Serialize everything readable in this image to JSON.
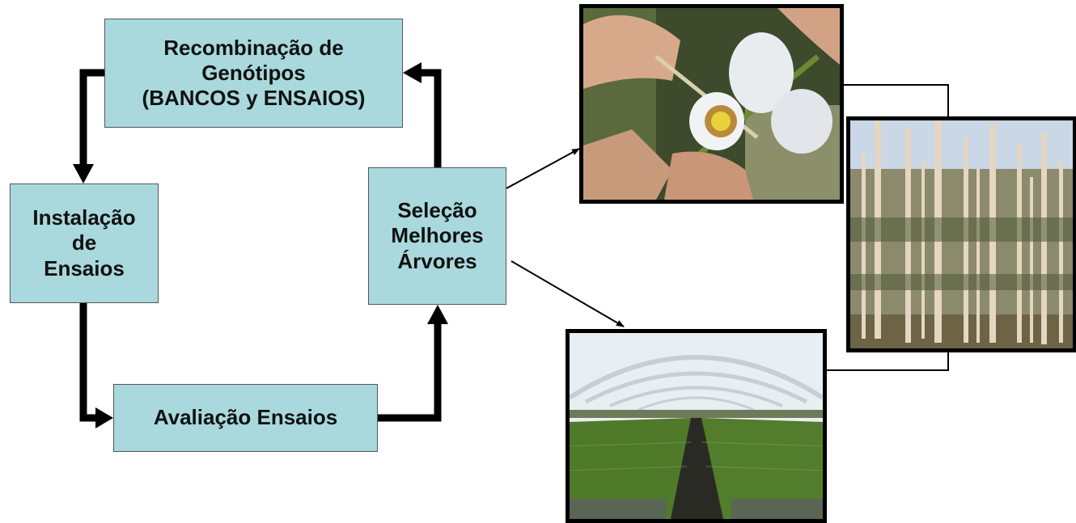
{
  "diagram": {
    "boxes": {
      "recombinacao": "Recombinação de\nGenótipos\n(BANCOS y ENSAIOS)",
      "instalacao": "Instalação\nde\nEnsaios",
      "avaliacao": "Avaliação Ensaios",
      "selecao": "Seleção\nMelhores\nÁrvores"
    },
    "photos": [
      "flower-pollination-photo",
      "eucalyptus-forest-photo",
      "greenhouse-nursery-photo"
    ],
    "colors": {
      "box_fill": "#a9d9dd",
      "arrow": "#000000"
    }
  }
}
